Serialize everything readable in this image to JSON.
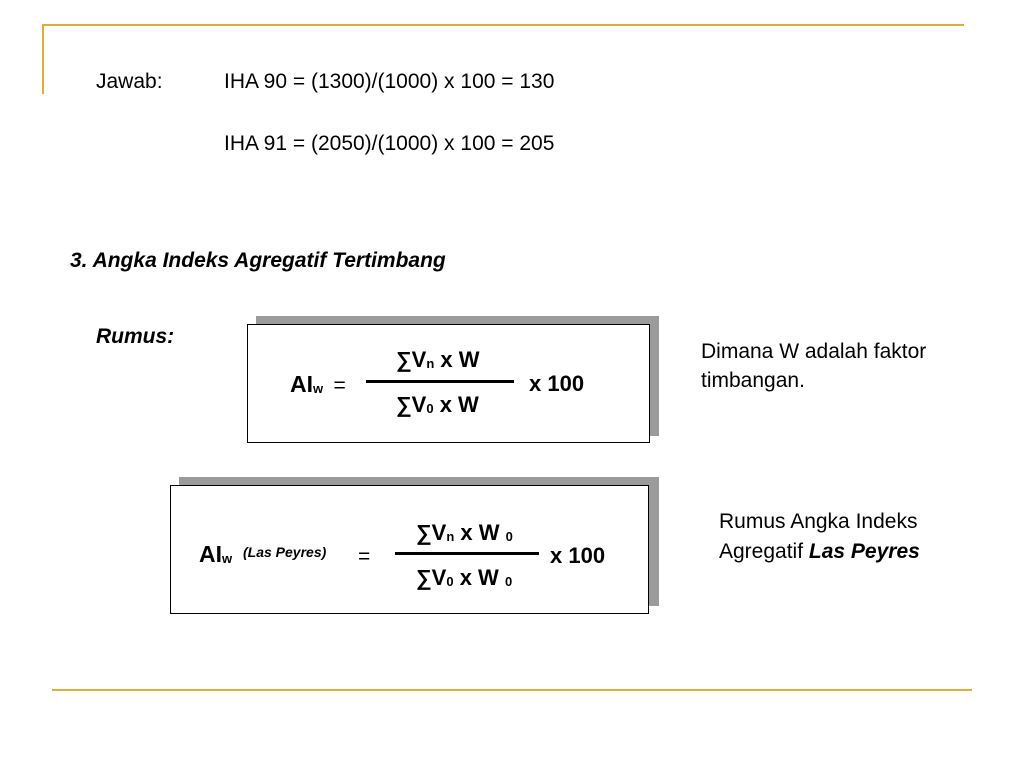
{
  "slide": {
    "answer_label": "Jawab:",
    "answer_line1": "IHA 90 = (1300)/(1000) x 100 = 130",
    "answer_line2": "IHA 91 = (2050)/(1000) x 100 = 205",
    "section_heading": "3. Angka Indeks Agregatif Tertimbang",
    "formula_label": "Rumus:",
    "note1_line1": "Dimana W adalah faktor",
    "note1_line2": "timbangan.",
    "note2_line1": "Rumus Angka Indeks",
    "note2_prefix": "Agregatif ",
    "note2_emph": "Las Peyres"
  },
  "formula1": {
    "lhs": "AI",
    "lhs_sub": "w",
    "equals": "=",
    "numerator_sigma": "∑V",
    "numerator_sub": "n",
    "numerator_rest": " x W",
    "denominator_sigma": "∑V",
    "denominator_sub": "0",
    "denominator_rest": " x W",
    "multiplier": "x 100"
  },
  "formula2": {
    "lhs": "AI",
    "lhs_sub": "w",
    "lhs_note": "(Las Peyres)",
    "equals": "=",
    "numerator_sigma": "∑V",
    "numerator_sub": "n",
    "numerator_rest": " x W",
    "numerator_w_sub": "0",
    "denominator_sigma": "∑V",
    "denominator_sub": "0",
    "denominator_rest": " x W",
    "denominator_w_sub": "0",
    "multiplier": "x 100"
  },
  "colors": {
    "accent_line": "#e0ae38",
    "box_shadow": "#9b9b9b"
  }
}
